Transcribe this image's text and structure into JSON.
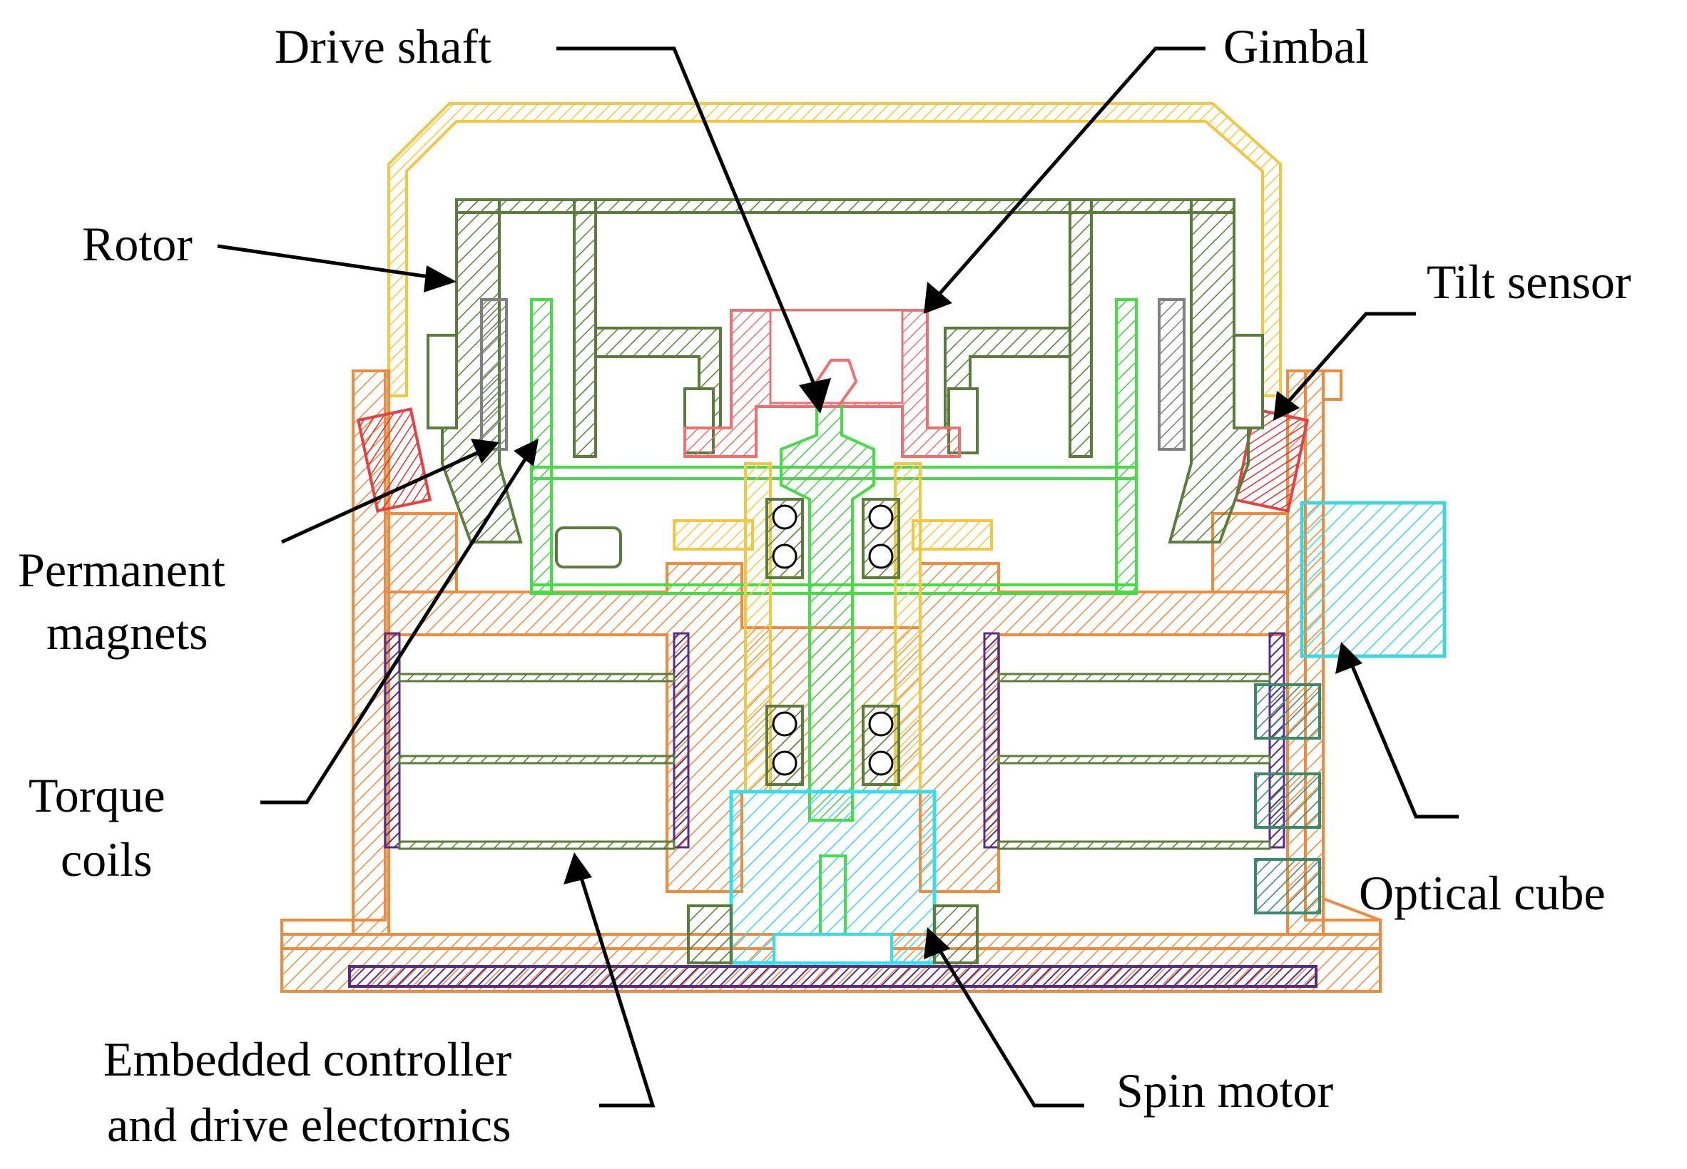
{
  "labels": {
    "drive_shaft": "Drive shaft",
    "gimbal": "Gimbal",
    "rotor": "Rotor",
    "tilt_sensor": "Tilt sensor",
    "permanent_magnets_1": "Permanent",
    "permanent_magnets_2": "magnets",
    "torque_coils_1": "Torque",
    "torque_coils_2": "coils",
    "optical_cube": "Optical cube",
    "embedded_1": "Embedded controller",
    "embedded_2": "and drive electornics",
    "spin_motor": "Spin motor"
  },
  "colors": {
    "housing_cover": "#f2c744",
    "base": "#f08a3c",
    "base_fill": "#f5b98a",
    "rotor": "#5a7d3a",
    "shaft": "#44dd44",
    "gimbal": "#f07070",
    "tilt_sensor": "#e84040",
    "optical_cube": "#3fd6dc",
    "spin_motor": "#2fe0f0",
    "pcb": "#5a2a8a",
    "magnet": "#808080",
    "connector": "#3a8a6a"
  }
}
